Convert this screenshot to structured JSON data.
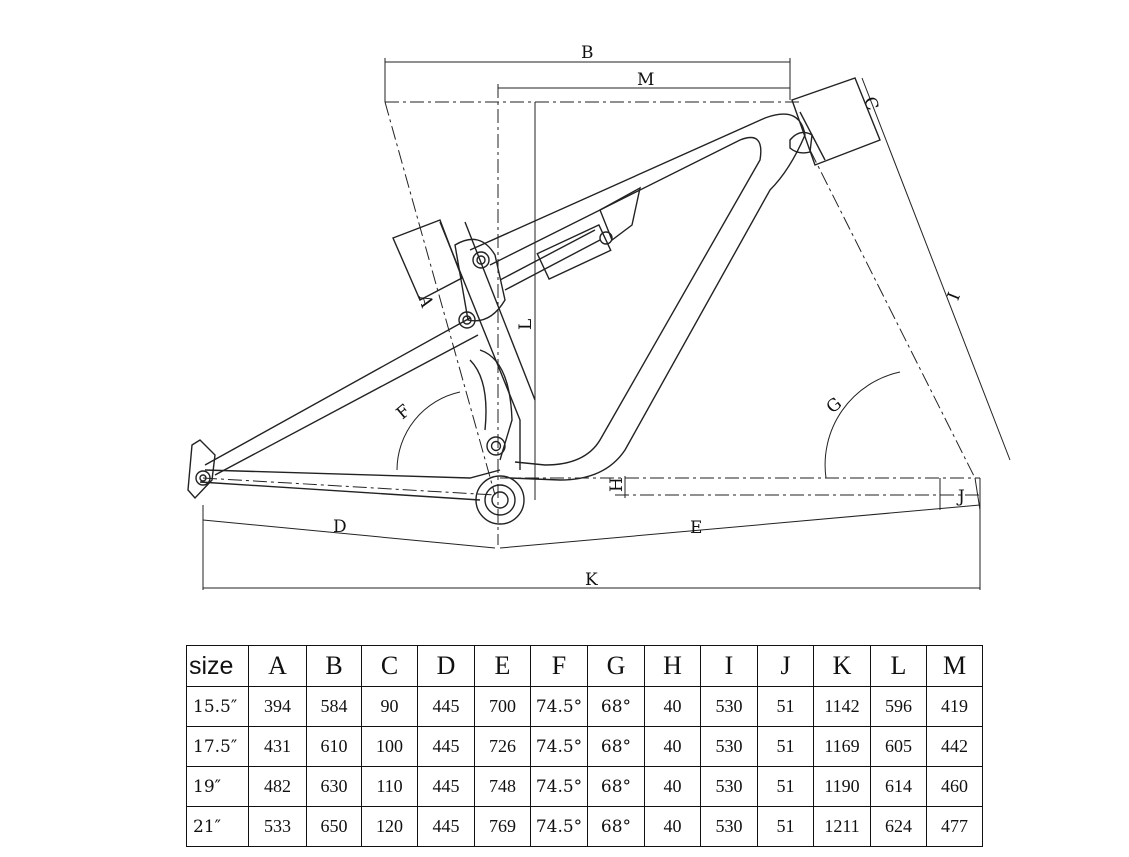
{
  "diagram": {
    "dimension_letters": {
      "A": "A",
      "B": "B",
      "C": "C",
      "D": "D",
      "E": "E",
      "F": "F",
      "G": "G",
      "H": "H",
      "I": "I",
      "J": "J",
      "K": "K",
      "L": "L",
      "M": "M"
    }
  },
  "table": {
    "header": [
      "size",
      "A",
      "B",
      "C",
      "D",
      "E",
      "F",
      "G",
      "H",
      "I",
      "J",
      "K",
      "L",
      "M"
    ],
    "rows": [
      [
        "15.5″",
        "394",
        "584",
        "90",
        "445",
        "700",
        "74.5°",
        "68°",
        "40",
        "530",
        "51",
        "1142",
        "596",
        "419"
      ],
      [
        "17.5″",
        "431",
        "610",
        "100",
        "445",
        "726",
        "74.5°",
        "68°",
        "40",
        "530",
        "51",
        "1169",
        "605",
        "442"
      ],
      [
        "19″",
        "482",
        "630",
        "110",
        "445",
        "748",
        "74.5°",
        "68°",
        "40",
        "530",
        "51",
        "1190",
        "614",
        "460"
      ],
      [
        "21″",
        "533",
        "650",
        "120",
        "445",
        "769",
        "74.5°",
        "68°",
        "40",
        "530",
        "51",
        "1211",
        "624",
        "477"
      ]
    ]
  }
}
